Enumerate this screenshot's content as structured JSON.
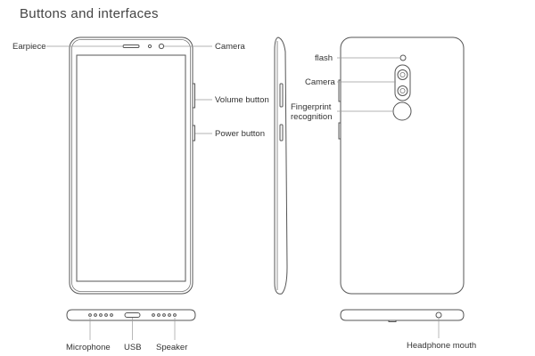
{
  "title": "Buttons and interfaces",
  "labels": {
    "earpiece": "Earpiece",
    "camera_front": "Camera",
    "volume_button": "Volume button",
    "power_button": "Power button",
    "flash": "flash",
    "camera_rear": "Camera",
    "fingerprint_line1": "Fingerprint",
    "fingerprint_line2": "recognition",
    "microphone": "Microphone",
    "usb": "USB",
    "speaker": "Speaker",
    "headphone": "Headphone mouth"
  },
  "colors": {
    "line": "#555555",
    "text": "#333333",
    "background": "#ffffff"
  }
}
